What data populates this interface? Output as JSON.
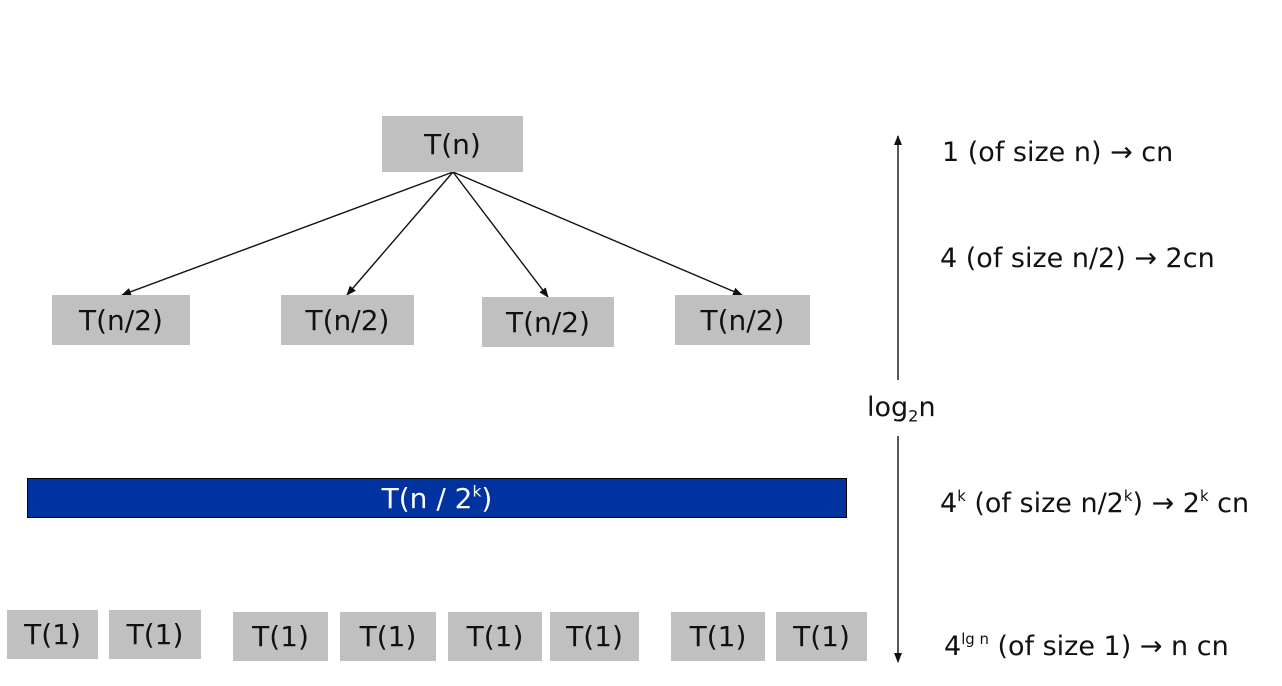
{
  "root": {
    "label": "T(n)"
  },
  "level1": [
    {
      "label": "T(n/2)"
    },
    {
      "label": "T(n/2)"
    },
    {
      "label": "T(n/2)"
    },
    {
      "label": "T(n/2)"
    }
  ],
  "levelk": {
    "base": "T(n / 2",
    "exp": "k",
    "close": ")"
  },
  "leaves": [
    {
      "label": "T(1)"
    },
    {
      "label": "T(1)"
    },
    {
      "label": "T(1)"
    },
    {
      "label": "T(1)"
    },
    {
      "label": "T(1)"
    },
    {
      "label": "T(1)"
    },
    {
      "label": "T(1)"
    },
    {
      "label": "T(1)"
    }
  ],
  "height": {
    "log": "log",
    "base": "2",
    "arg": "n"
  },
  "costs": {
    "c0": {
      "text": "1 (of size n) → cn"
    },
    "c1": {
      "text": "4 (of size n/2) → 2cn"
    },
    "ck": {
      "p1": "4",
      "s1": "k",
      "p2": " (of size n/2",
      "s2": "k",
      "p3": ") → 2",
      "s3": "k",
      "p4": " cn"
    },
    "cl": {
      "p1": "4",
      "s1": "lg n",
      "p2": " (of size 1) → n cn"
    }
  },
  "colors": {
    "box": "#c0c0c0",
    "bar": "#0033a0"
  }
}
